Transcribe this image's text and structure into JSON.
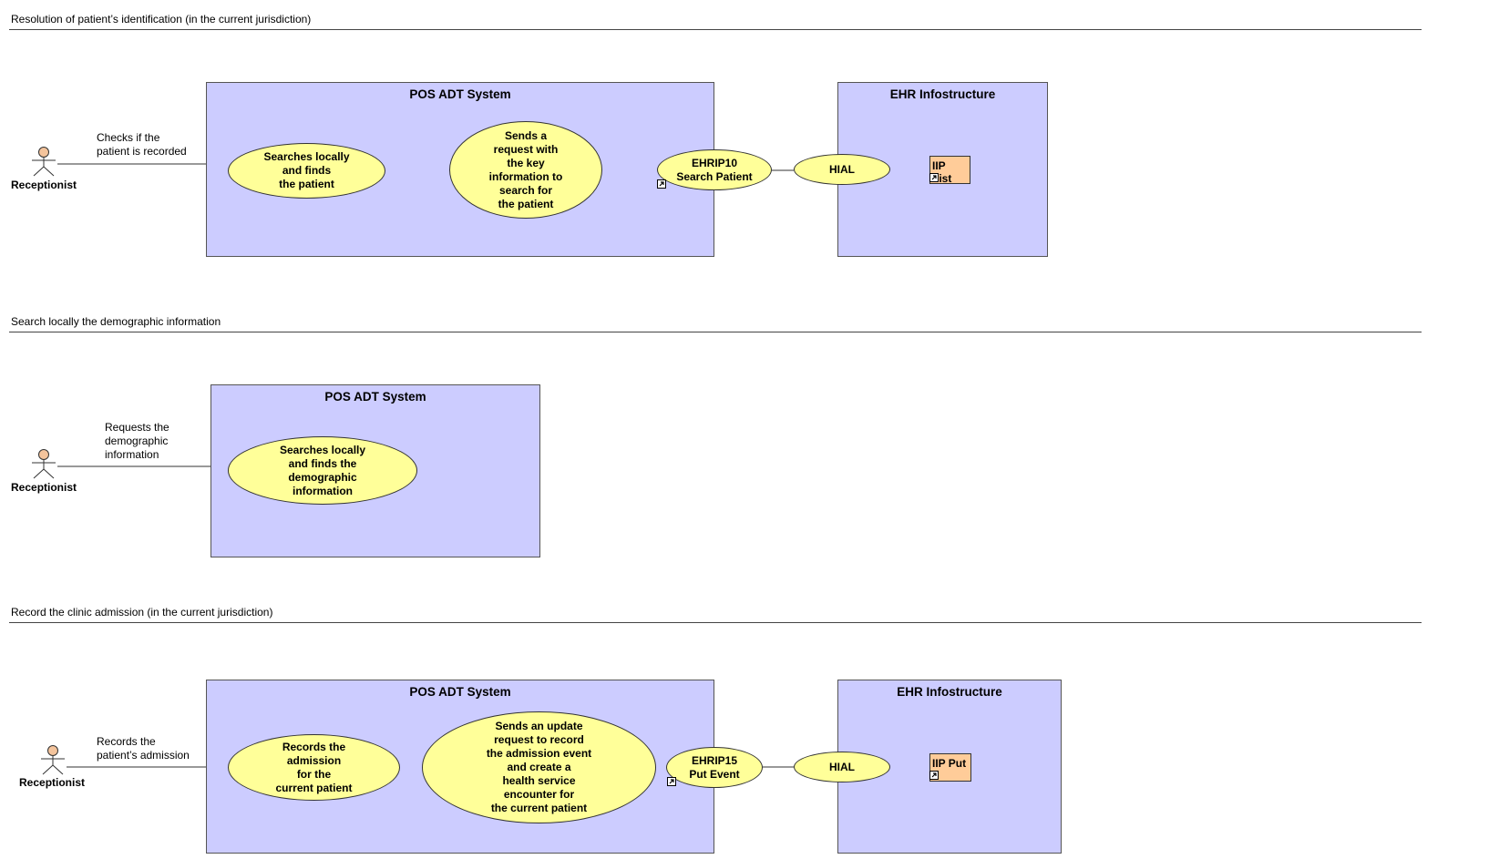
{
  "sections": [
    {
      "title": "Resolution of patient’s identification (in the current jurisdiction)",
      "actor": "Receptionist",
      "association_label": "Checks if the\npatient is recorded",
      "pos_system_title": "POS ADT System",
      "use_cases": [
        "Searches locally\nand finds\nthe patient",
        "Sends a\nrequest with\nthe key\ninformation to\nsearch for\nthe patient",
        "EHRIP10\nSearch Patient"
      ],
      "ehr_title": "EHR Infostructure",
      "hial": "HIAL",
      "artifact": "IIP List"
    },
    {
      "title": "Search locally the demographic information",
      "actor": "Receptionist",
      "association_label": "Requests the\ndemographic\ninformation",
      "pos_system_title": "POS ADT System",
      "use_cases": [
        "Searches locally\nand finds the\ndemographic\ninformation"
      ]
    },
    {
      "title": "Record the clinic admission (in the current jurisdiction)",
      "actor": "Receptionist",
      "association_label": "Records the\npatient’s admission",
      "pos_system_title": "POS ADT System",
      "use_cases": [
        "Records the\nadmission\nfor the\ncurrent patient",
        "Sends an update\nrequest to record\nthe admission event\nand create a\nhealth service\nencounter for\nthe current patient",
        "EHRIP15\nPut Event"
      ],
      "ehr_title": "EHR Infostructure",
      "hial": "HIAL",
      "artifact": "IIP Put"
    }
  ],
  "colors": {
    "system_box": "#ccccff",
    "use_case": "#ffff99",
    "artifact": "#ffcc99",
    "actor_head": "#f4c49c"
  }
}
